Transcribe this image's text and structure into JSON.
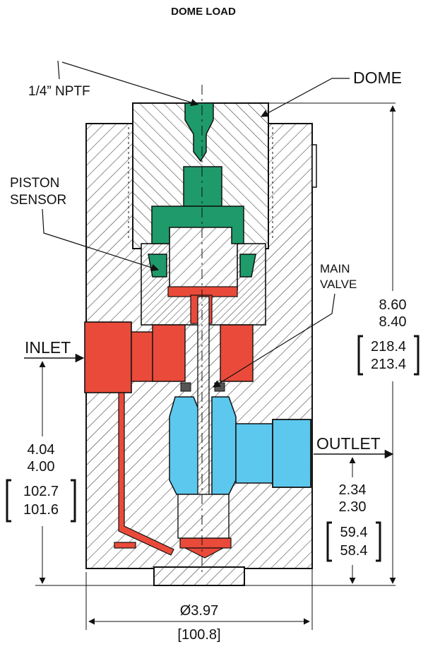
{
  "title": "DOME LOAD",
  "labels": {
    "port_thread": "1/4” NPTF",
    "dome": "DOME",
    "piston_sensor_line1": "PISTON",
    "piston_sensor_line2": "SENSOR",
    "main_valve_line1": "MAIN",
    "main_valve_line2": "VALVE",
    "inlet": "INLET",
    "outlet": "OUTLET"
  },
  "dimensions": {
    "height": {
      "max": "8.60",
      "min": "8.40",
      "mm_max": "218.4",
      "mm_min": "213.4"
    },
    "inlet_height": {
      "max": "4.04",
      "min": "4.00",
      "mm_max": "102.7",
      "mm_min": "101.6"
    },
    "outlet_height": {
      "max": "2.34",
      "min": "2.30",
      "mm_max": "59.4",
      "mm_min": "58.4"
    },
    "diameter": {
      "value": "Ø3.97",
      "mm": "[100.8]"
    }
  },
  "colors": {
    "dome_port": "#1f9a6a",
    "inlet_pressure": "#ea4a3a",
    "outlet_flow": "#5cc8ee",
    "hatch": "#333333"
  }
}
